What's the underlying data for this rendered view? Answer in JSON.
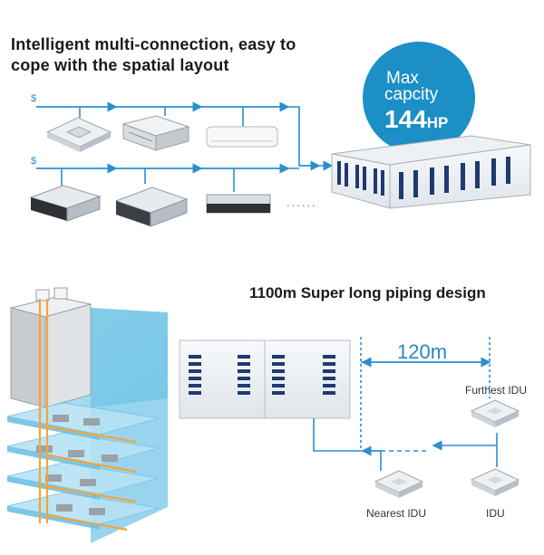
{
  "top": {
    "headline_line1": "Intelligent multi-connection, easy to",
    "headline_line2": "cope with the spatial layout",
    "badge": {
      "line1": "Max",
      "line2": "capcity",
      "value": "144",
      "unit": "HP"
    },
    "row_marker": "$",
    "ellipsis": "......"
  },
  "bottom": {
    "headline": "1100m Super long piping design",
    "distance_label": "120m",
    "label_furthest": "Furthest IDU",
    "label_nearest": "Nearest  IDU",
    "label_idu": "IDU"
  },
  "colors": {
    "pipe_blue": "#2a8fd0",
    "badge_blue": "#1b8fc6",
    "building_glass": "#8fd3ef",
    "pipe_orange": "#f4a43c"
  }
}
